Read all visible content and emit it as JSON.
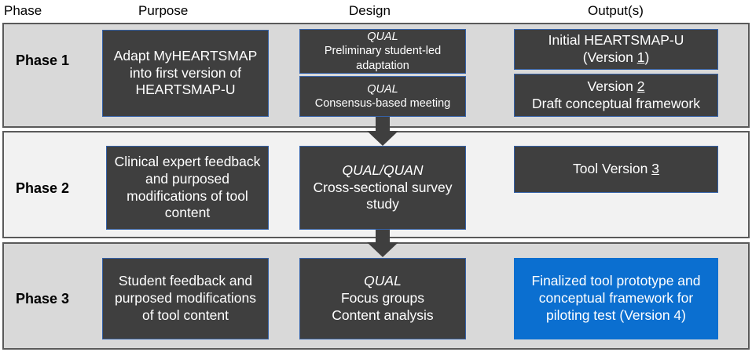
{
  "headers": {
    "phase": "Phase",
    "purpose": "Purpose",
    "design": "Design",
    "outputs": "Output(s)"
  },
  "phases": [
    {
      "label": "Phase 1",
      "purpose": [
        "Adapt MyHEARTSMAP",
        "into first version of",
        "HEARTSMAP-U"
      ],
      "design": [
        {
          "method": "QUAL",
          "lines": [
            "Preliminary student-led",
            "adaptation"
          ]
        },
        {
          "method": "QUAL",
          "lines": [
            "Consensus-based meeting"
          ]
        }
      ],
      "outputs": [
        {
          "line1": "Initial HEARTSMAP-U",
          "line2_pre": "(Version ",
          "line2_num": "1",
          "line2_post": ")"
        },
        {
          "line1_pre": "Version ",
          "line1_num": "2",
          "line2": "Draft conceptual framework"
        }
      ]
    },
    {
      "label": "Phase 2",
      "purpose": [
        "Clinical expert feedback",
        "and purposed",
        "modifications of tool",
        "content"
      ],
      "design": {
        "method": "QUAL/QUAN",
        "lines": [
          "Cross-sectional survey",
          "study"
        ]
      },
      "output": {
        "pre": "Tool Version ",
        "num": "3"
      }
    },
    {
      "label": "Phase 3",
      "purpose": [
        "Student feedback and",
        "purposed modifications",
        "of tool content"
      ],
      "design": {
        "method": "QUAL",
        "lines": [
          "Focus groups",
          "Content analysis"
        ]
      },
      "output": [
        "Finalized tool prototype and",
        "conceptual framework for",
        "piloting test (Version 4)"
      ]
    }
  ],
  "colors": {
    "box": "#3f3f3f",
    "highlight": "#0b6fd0",
    "band_gray": "#d9d9d9",
    "band_light": "#f2f2f2",
    "arrow": "#3f3f3f"
  }
}
